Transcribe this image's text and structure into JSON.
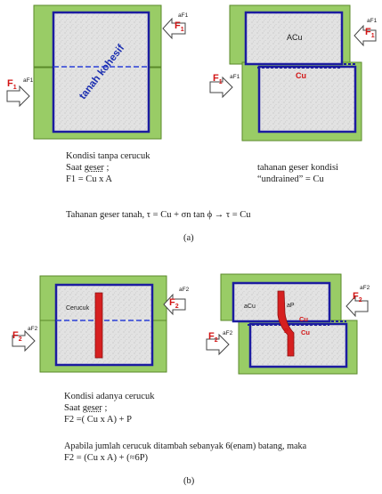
{
  "figure_a": {
    "left": {
      "diag_label": "tanah kohesif",
      "force_top": "F",
      "force_top_sub": "1",
      "force_top_note": "aF1",
      "force_left": "F",
      "force_left_sub": "1",
      "force_left_note": "aF1"
    },
    "right": {
      "acu": "ACu",
      "cu": "Cu",
      "force_top": "F",
      "force_top_sub": "1",
      "force_top_note": "aF1",
      "force_left": "F",
      "force_left_sub": "1",
      "force_left_note": "aF1"
    },
    "caption_line1": "Kondisi tanpa cerucuk",
    "caption_line2_prefix": "Saat ",
    "caption_line2_under": "geser",
    "caption_line2_suffix": " ;",
    "formula": "F1 = Cu x A",
    "right_text1": "tahanan geser kondisi",
    "right_text2": "“undrained” = Cu",
    "shear_formula": "Tahanan geser tanah,  τ = Cu + σn tan ϕ  →  τ = Cu",
    "label": "(a)"
  },
  "figure_b": {
    "left": {
      "cerucuk": "Cerucuk",
      "force_right": "F",
      "force_right_sub": "2",
      "force_right_note": "aF2",
      "force_left": "F",
      "force_left_sub": "2",
      "force_left_note": "aF2"
    },
    "right": {
      "acu": "aCu",
      "ap": "aP",
      "cu1": "Cu",
      "cu2": "Cu",
      "p": "P",
      "force_right": "F",
      "force_right_sub": "2",
      "force_right_note": "aF2",
      "force_left": "F",
      "force_left_sub": "2",
      "force_left_note": "aF2"
    },
    "caption_line1": "Kondisi adanya cerucuk",
    "caption_line2_prefix": "Saat ",
    "caption_line2_under": "geser",
    "caption_line2_suffix": " ;",
    "formula": "F2 =( Cu x A) + P",
    "note": "Apabila jumlah cerucuk ditambah sebanyak 6(enam) batang, maka",
    "formula2": "F2 = (Cu x A) + (≈6P)",
    "label": "(b)"
  }
}
